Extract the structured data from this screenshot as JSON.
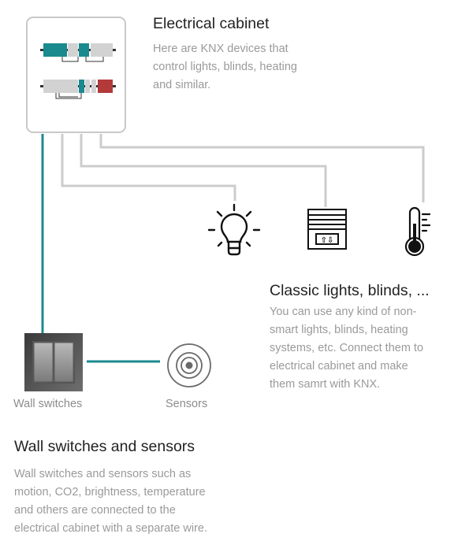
{
  "cabinet_section": {
    "title": "Electrical cabinet",
    "lines": [
      "Here are KNX devices that",
      "control lights, blinds, heating",
      "and similar."
    ]
  },
  "devices_section": {
    "title": "Classic lights, blinds, ...",
    "lines": [
      "You can use any kind of non-",
      "smart lights, blinds, heating",
      "systems, etc. Connect them to",
      "electrical cabinet and make",
      "them samrt with KNX."
    ]
  },
  "inputs": {
    "switches_caption": "Wall switches",
    "sensors_caption": "Sensors"
  },
  "inputs_section": {
    "title": "Wall switches and sensors",
    "lines": [
      "Wall switches and sensors such as",
      "motion, CO2, brightness, temperature",
      "and others are connected to the",
      "electrical cabinet with a separate wire."
    ]
  },
  "colors": {
    "accent_teal": "#1a8a8e",
    "module_red": "#b23a3a",
    "wire_gray": "#cccccc",
    "text_dark": "#222222",
    "text_muted": "#9a9a9a"
  },
  "icons": [
    "light-bulb-icon",
    "blinds-icon",
    "thermometer-icon",
    "motion-sensor-icon",
    "wall-switch-icon"
  ]
}
